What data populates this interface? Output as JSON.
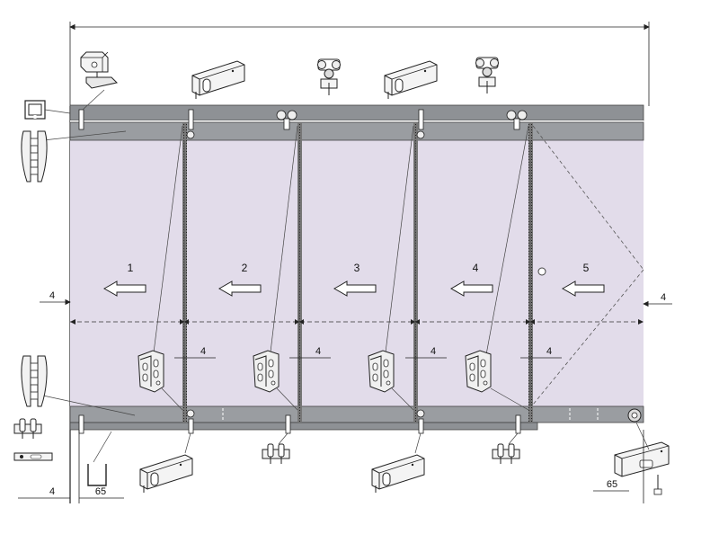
{
  "diagram": {
    "panels": [
      {
        "number": "1"
      },
      {
        "number": "2"
      },
      {
        "number": "3"
      },
      {
        "number": "4"
      },
      {
        "number": "5"
      }
    ],
    "dimensions": {
      "left_gap": "4",
      "right_gap": "4",
      "gap_1_2": "4",
      "gap_2_3": "4",
      "gap_3_4": "4",
      "gap_4_5": "4",
      "bottom_left_gap": "4",
      "bottom_left_offset": "65",
      "bottom_right_offset": "65"
    },
    "colors": {
      "glass": "#e2dcea",
      "rail": "#8e9195",
      "rail_dark": "#6f7276",
      "line": "#222222"
    },
    "icons": {
      "arrow": "arrow-left-icon",
      "hinge": "hinge-bracket-icon",
      "clamp": "glass-clamp-icon",
      "roller": "roller-carriage-icon",
      "profile": "rail-profile-icon"
    }
  }
}
